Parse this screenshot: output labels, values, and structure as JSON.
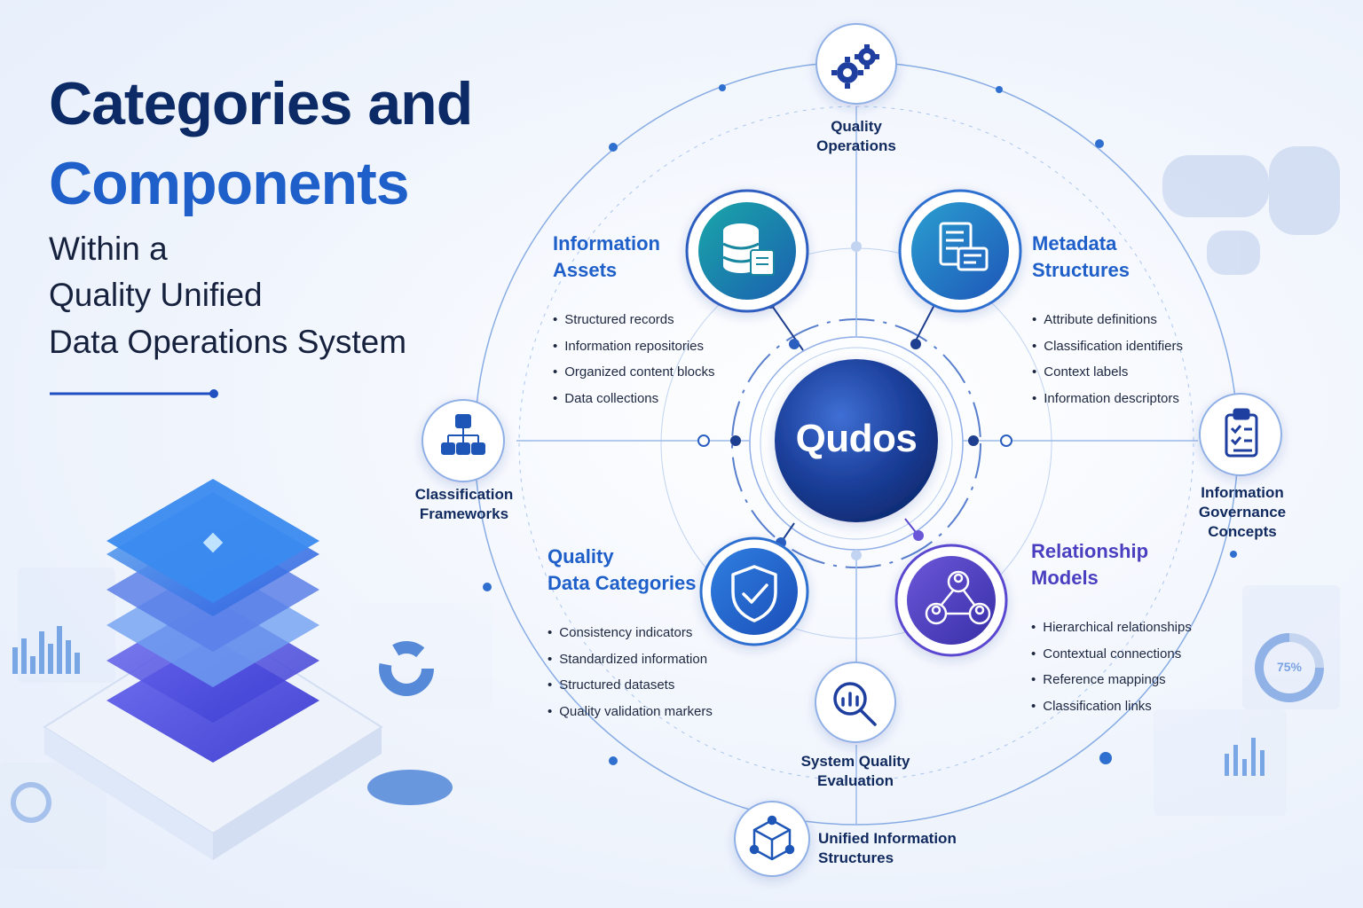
{
  "title": {
    "line1": "Categories and",
    "line2": "Components",
    "sub1": "Within a",
    "sub2": "Quality Unified",
    "sub3": "Data Operations System"
  },
  "center": {
    "label": "Qudos"
  },
  "sections": {
    "information_assets": {
      "title1": "Information",
      "title2": "Assets",
      "items": [
        "Structured records",
        "Information repositories",
        "Organized content blocks",
        "Data collections"
      ]
    },
    "metadata_structures": {
      "title1": "Metadata",
      "title2": "Structures",
      "items": [
        "Attribute definitions",
        "Classification identifiers",
        "Context labels",
        "Information descriptors"
      ]
    },
    "quality_data_categories": {
      "title1": "Quality",
      "title2": "Data Categories",
      "items": [
        "Consistency indicators",
        "Standardized information",
        "Structured datasets",
        "Quality validation markers"
      ]
    },
    "relationship_models": {
      "title1": "Relationship",
      "title2": "Models",
      "items": [
        "Hierarchical relationships",
        "Contextual connections",
        "Reference mappings",
        "Classification links"
      ]
    }
  },
  "nodes": {
    "quality_operations": {
      "line1": "Quality",
      "line2": "Operations"
    },
    "classification_frameworks": {
      "line1": "Classification",
      "line2": "Frameworks"
    },
    "information_governance": {
      "line1": "Information",
      "line2": "Governance",
      "line3": "Concepts"
    },
    "system_quality_evaluation": {
      "line1": "System Quality",
      "line2": "Evaluation"
    },
    "unified_information_structures": {
      "line1": "Unified Information",
      "line2": "Structures"
    }
  },
  "decor": {
    "gauge_text": "75%"
  },
  "colors": {
    "navy": "#0b2a66",
    "blue": "#1f5fc9",
    "teal": "#0e8aa0",
    "purple": "#4a3fc0",
    "center": "#1b3f9a"
  },
  "icons": {
    "quality_operations": "gears-icon",
    "information_assets": "database-icon",
    "metadata_structures": "documents-icon",
    "classification_frameworks": "hierarchy-icon",
    "information_governance": "clipboard-checklist-icon",
    "quality_data_categories": "shield-check-icon",
    "relationship_models": "network-users-icon",
    "system_quality_evaluation": "magnifier-chart-icon",
    "unified_information_structures": "cube-network-icon"
  }
}
